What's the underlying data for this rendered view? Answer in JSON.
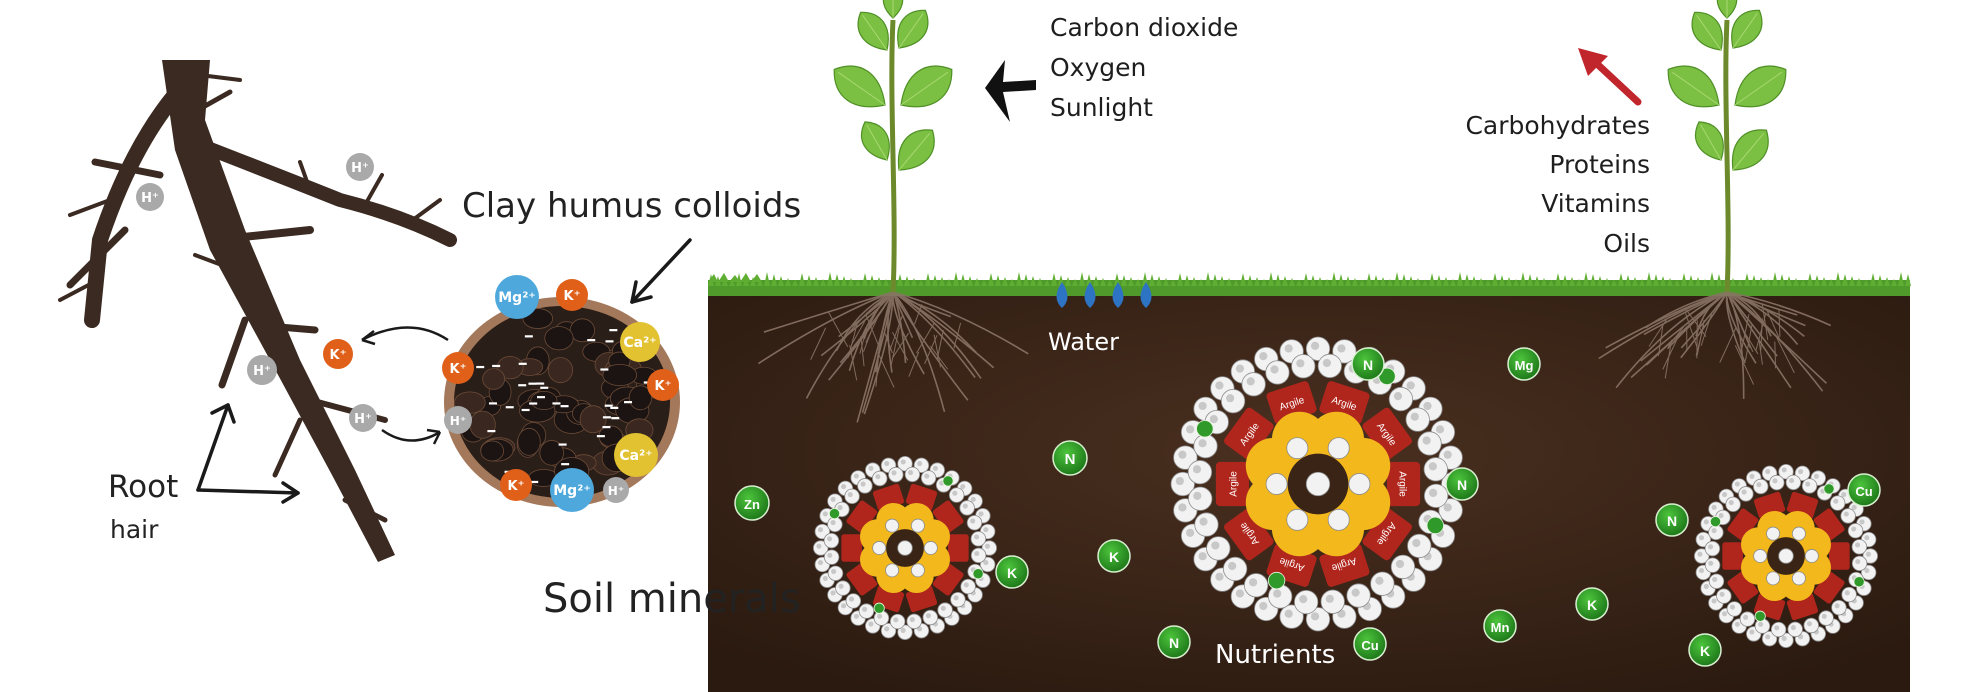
{
  "labels": {
    "clay_humus_colloids": "Clay humus colloids",
    "root_line1": "Root",
    "root_line2": "hair",
    "soil_minerals": "Soil minerals",
    "water": "Water",
    "nutrients": "Nutrients",
    "inputs": [
      "Carbon dioxide",
      "Oxygen",
      "Sunlight"
    ],
    "outputs": [
      "Carbohydrates",
      "Proteins",
      "Vitamins",
      "Oils"
    ]
  },
  "ions": {
    "h": "H⁺",
    "k": "K⁺",
    "mg": "Mg²⁺",
    "ca": "Ca²⁺",
    "minus": "-"
  },
  "nutrients": {
    "n": "N",
    "k": "K",
    "mg": "Mg",
    "zn": "Zn",
    "cu": "Cu",
    "mn": "Mn"
  },
  "colloid_tag": "Argile",
  "colors": {
    "soil": "#3a2416",
    "grass": "#4f9a2a",
    "leaf": "#7bc043",
    "stem": "#5e7f2a",
    "h_ion": "#a9a9a9",
    "k_ion": "#e0601a",
    "mg_ion": "#4fa8dc",
    "ca_ion": "#e2c231",
    "nutrient": "#2f9a2a",
    "clay_red": "#b0261d",
    "humus_yellow": "#f3b81c",
    "output_arrow": "#c0262c",
    "water_drop": "#2d74c4"
  }
}
